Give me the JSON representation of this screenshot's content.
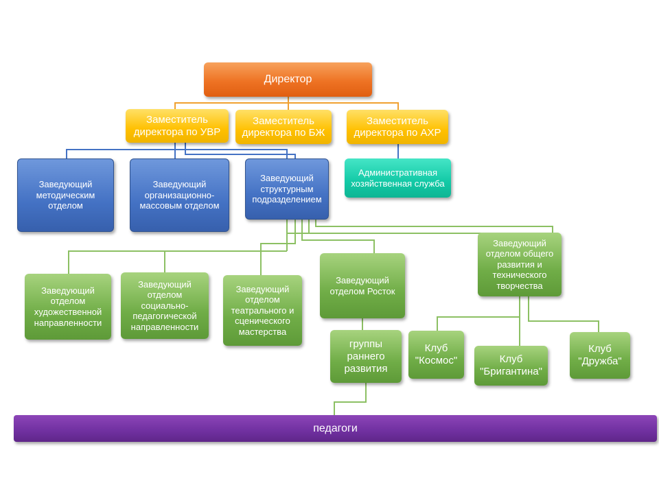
{
  "diagram": {
    "director": "Директор",
    "deputy_uvr": "Заместитель директора по УВР",
    "deputy_bzh": "Заместитель директора по БЖ",
    "deputy_ahr": "Заместитель директора по АХР",
    "head_method": "Заведующий методическим отделом",
    "head_org_mass": "Заведующий организационно-массовым отделом",
    "head_struct": "Заведующий структурным подразделением",
    "admin_service": "Административная хозяйственная служба",
    "dept_art": "Заведующий отделом художественной направленности",
    "dept_social": "Заведующий отделом социально-педагогической направленности",
    "dept_theatre": "Заведующий отделом театрального и сценического мастерства",
    "dept_rostok": "Заведующий отделом Росток",
    "dept_tech": "Заведующий отделом общего развития и технического творчества",
    "groups_early": "группы раннего развития",
    "club_kosmos": "Клуб \"Космос\"",
    "club_brigantina": "Клуб \"Бригантина\"",
    "club_druzhba": "Клуб \"Дружба\"",
    "teachers": "педагоги"
  },
  "colors": {
    "orange": "#ee7324",
    "yellow": "#ffc000",
    "blue": "#4472c4",
    "teal": "#12c9a6",
    "green": "#70ad47",
    "purple": "#7030a0",
    "line_orange": "#f0a030",
    "line_blue": "#4472c4",
    "line_green": "#8cc063"
  }
}
